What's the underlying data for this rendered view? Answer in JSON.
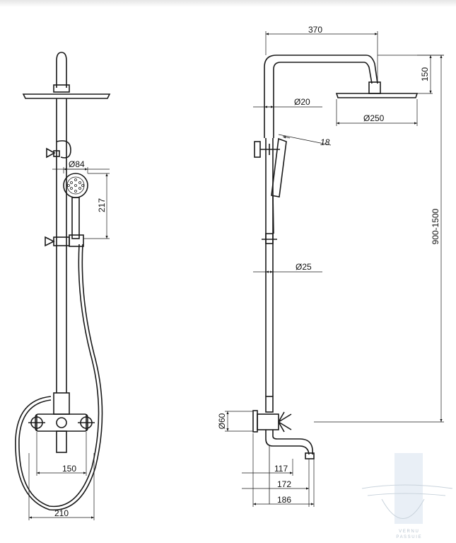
{
  "dimensions": {
    "head_arm_length": "370",
    "head_drop": "150",
    "riser_diameter_top": "Ø20",
    "head_diameter": "Ø250",
    "handset_angle": "18",
    "riser_diameter_bottom": "Ø25",
    "handset_diameter": "Ø84",
    "handset_length": "217",
    "height_range": "900-1500",
    "mixer_height": "Ø60",
    "spout_reach_1": "117",
    "spout_reach_2": "172",
    "spout_reach_3": "186",
    "mixer_spacing": "150",
    "overall_width": "210"
  },
  "watermark": {
    "line1": "V E R N U",
    "line2": "P A S S U I E"
  }
}
